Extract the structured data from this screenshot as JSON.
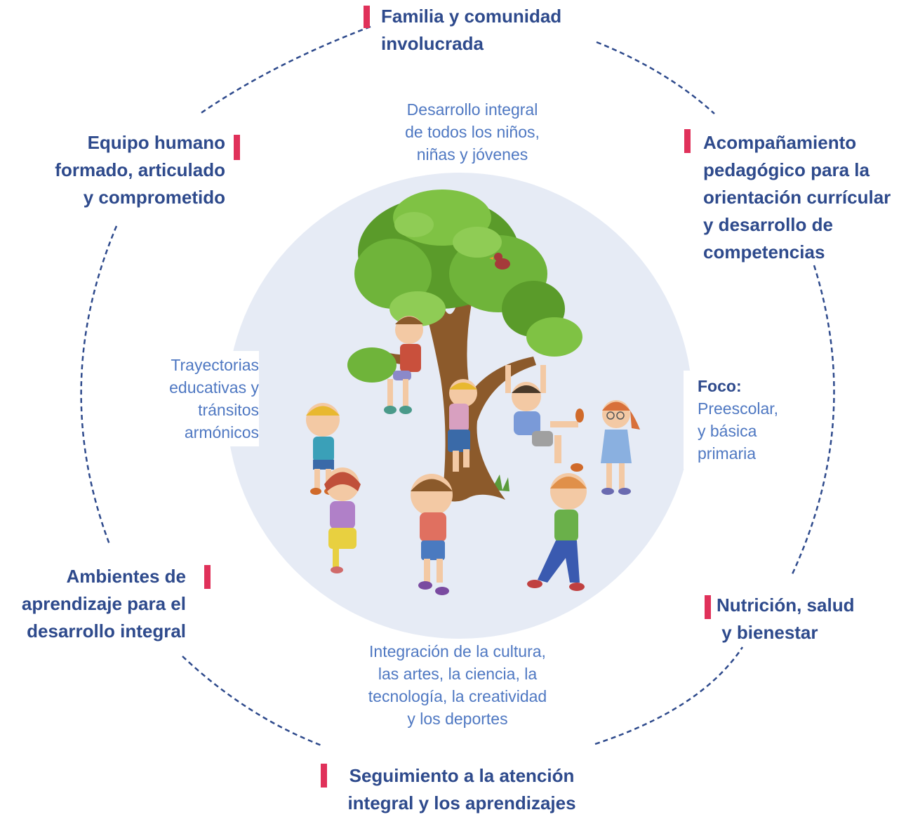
{
  "components": {
    "familia": [
      "Familia y comunidad",
      "involucrada"
    ],
    "equipo": [
      "Equipo humano",
      "formado, articulado",
      "y comprometido"
    ],
    "acompanamiento": [
      "Acompañamiento",
      "pedagógico para la",
      "orientación currícular",
      "y desarrollo de",
      "competencias"
    ],
    "ambientes": [
      "Ambientes  de",
      "aprendizaje para el",
      "desarrollo integral"
    ],
    "nutricion": [
      "Nutrición, salud",
      " y bienestar"
    ],
    "seguimiento": [
      "Seguimiento a la atención",
      "integral y los aprendizajes"
    ]
  },
  "inner": {
    "desarrollo": [
      "Desarrollo integral",
      "de todos los niños,",
      "niñas y jóvenes"
    ],
    "trayectorias": [
      "Trayectorias",
      "educativas  y",
      "tránsitos",
      "armónicos"
    ],
    "integracion": [
      "Integración de la cultura,",
      "las artes, la ciencia, la",
      "tecnología, la creatividad",
      "y los deportes"
    ],
    "foco_title": "Foco:",
    "foco": [
      "Preescolar,",
      "y básica",
      "primaria"
    ]
  },
  "colors": {
    "label": "#2e4a8c",
    "accent": "#e0315a",
    "inner_text": "#4f78c2",
    "circle_bg": "#e6ebf5",
    "dash": "#2e4a8c"
  },
  "illustration": "children-playing-around-tree"
}
